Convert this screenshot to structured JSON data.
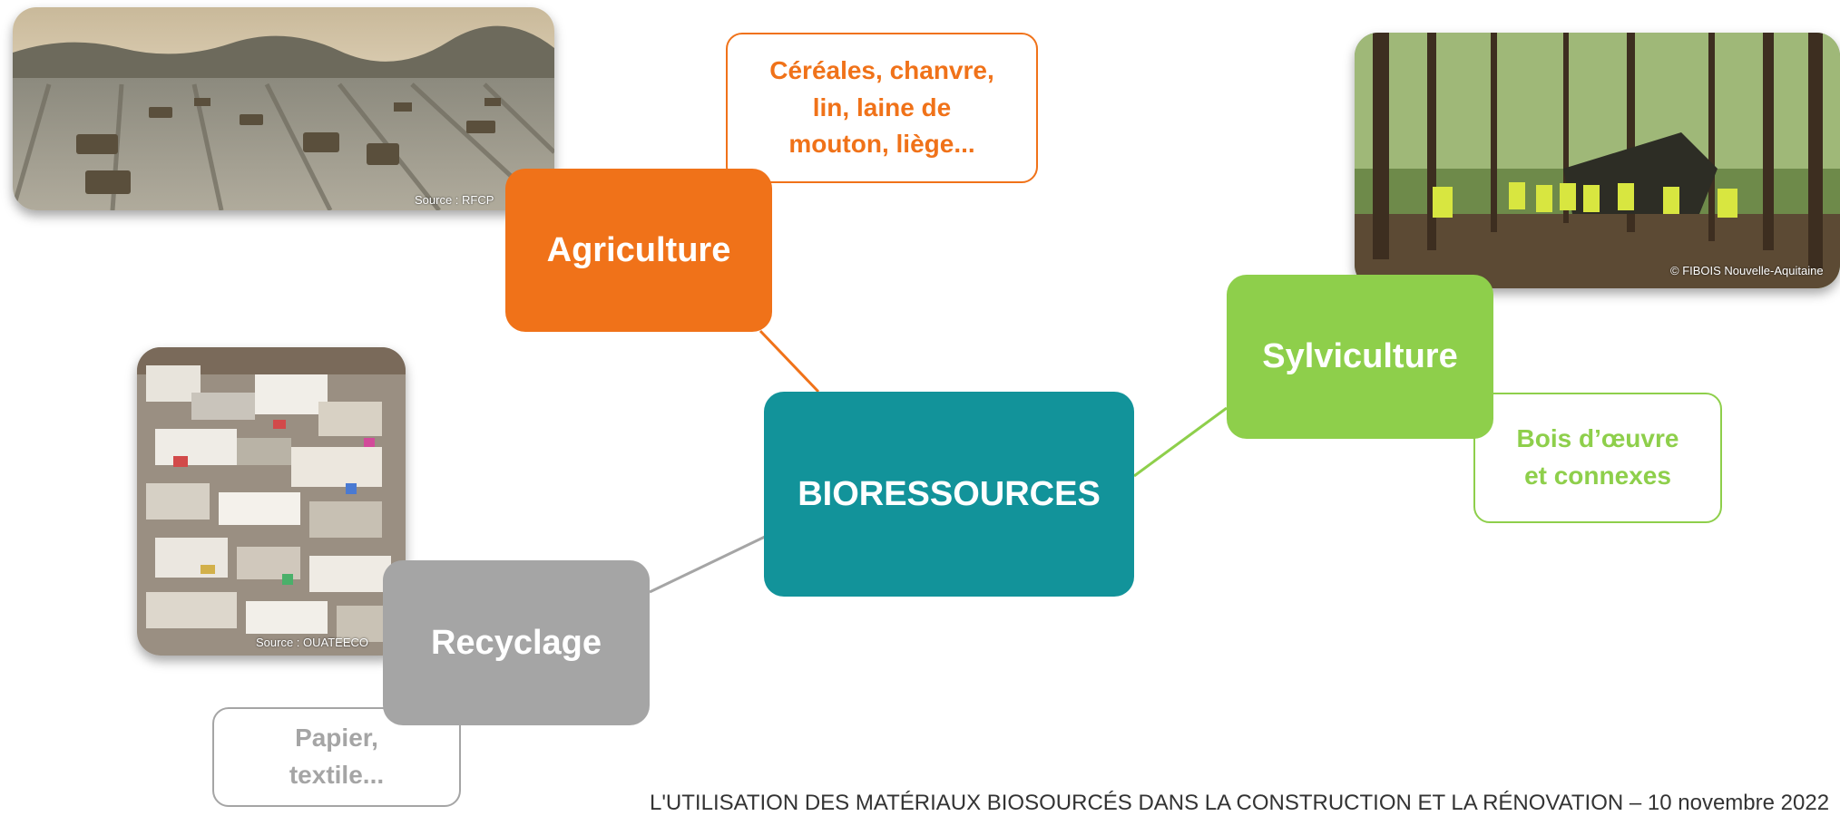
{
  "center": {
    "label": "BIORESSOURCES",
    "color": "#12939A"
  },
  "branches": [
    {
      "key": "agriculture",
      "label": "Agriculture",
      "color": "#F07219",
      "detail": "Céréales, chanvre,\nlin, laine de\nmouton, liège...",
      "photo_credit": "Source : RFCP"
    },
    {
      "key": "sylviculture",
      "label": "Sylviculture",
      "color": "#8ECF4B",
      "detail": "Bois d’œuvre\net connexes",
      "photo_credit": "© FIBOIS Nouvelle-Aquitaine"
    },
    {
      "key": "recyclage",
      "label": "Recyclage",
      "color": "#A5A5A5",
      "detail": "Papier,\ntextile...",
      "photo_credit": "Source : OUATEECO"
    }
  ],
  "footer": "L'UTILISATION DES MATÉRIAUX BIOSOURCÉS DANS LA CONSTRUCTION ET LA RÉNOVATION – 10 novembre 2022"
}
